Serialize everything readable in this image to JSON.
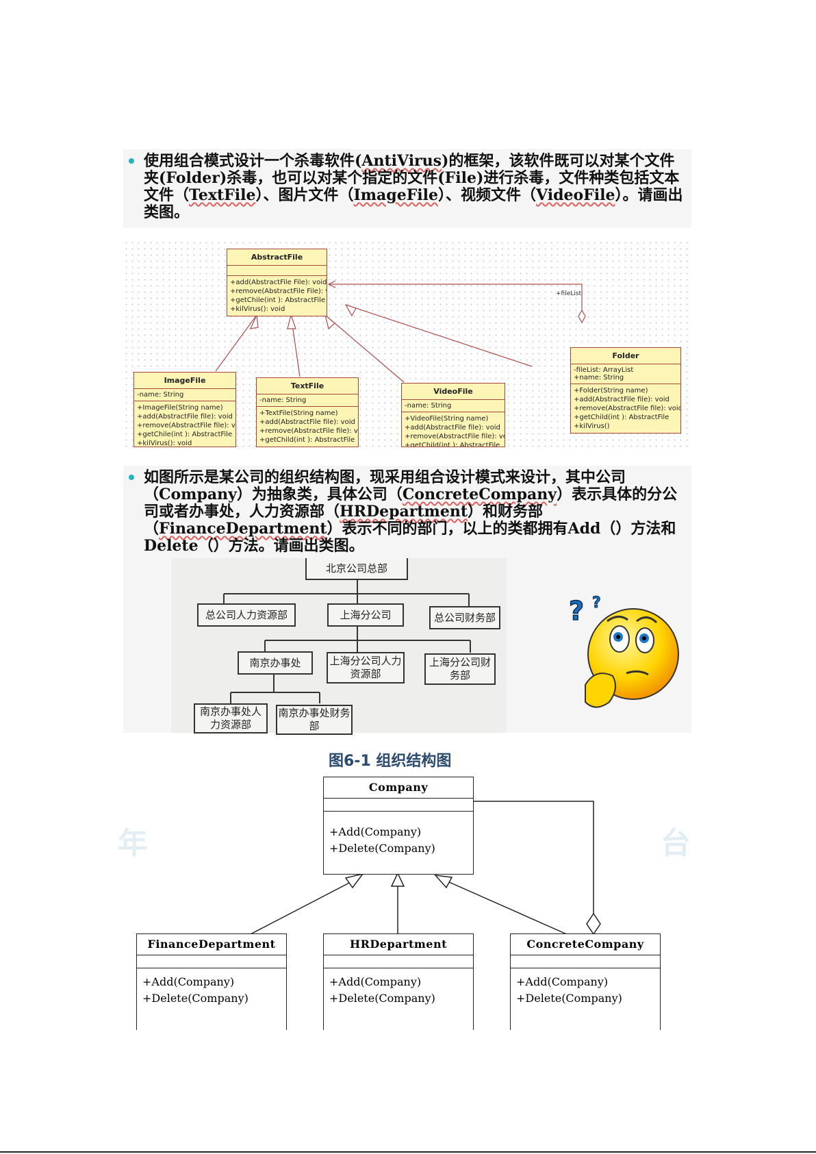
{
  "question1": {
    "pre": "使用组合模式设计一个杀毒软件(",
    "k1": "AntiVirus",
    "mid1": ")的框架，该软件既可以对某个文件夹(Folder)杀毒，也可以对某个指定的文件(File)进行杀毒，文件种类包括文本文件（",
    "k2": "TextFile",
    "mid2": "）、图片文件（",
    "k3": "ImageFile",
    "mid3": "）、视频文件（",
    "k4": "VideoFile",
    "post": "）。请画出类图。"
  },
  "uml1": {
    "abstract": {
      "name": "AbstractFile",
      "methods": [
        "+add(AbstractFile File): void",
        "+remove(AbstractFile File): void",
        "+getChile(int ): AbstractFile",
        "+kilVirus(): void"
      ]
    },
    "image": {
      "name": "ImageFile",
      "attrs": [
        "-name: String"
      ],
      "methods": [
        "+ImageFile(String name)",
        "+add(AbstractFile file): void",
        "+remove(AbstractFile file): void",
        "+getChile(int ): AbstractFile",
        "+kilVirus(): void"
      ]
    },
    "text": {
      "name": "TextFile",
      "attrs": [
        "-name: String"
      ],
      "methods": [
        "+TextFile(String name)",
        "+add(AbstractFile file): void",
        "+remove(AbstractFile file): void",
        "+getChild(int ): AbstractFile"
      ]
    },
    "video": {
      "name": "VideoFile",
      "attrs": [
        "-name: String"
      ],
      "methods": [
        "+VideoFile(String name)",
        "+add(AbstractFile file): void",
        "+remove(AbstractFile file): void",
        "+getChild(int ): AbstractFile"
      ]
    },
    "folder": {
      "name": "Folder",
      "attrs": [
        "-fileList: ArrayList",
        "+name: String"
      ],
      "methods": [
        "+Folder(String name)",
        "+add(AbstractFile file): void",
        "+remove(AbstractFile file): void",
        "+getChild(int ): AbstractFile",
        "+kilVirus()"
      ]
    },
    "role": "+fileList"
  },
  "question2": {
    "pre": "如图所示是某公司的组织结构图，现采用组合设计模式来设计，其中公司（Company）为抽象类，具体公司（",
    "k1": "ConcreteCompany",
    "mid1": "）表示具体的分公司或者办事处，人力资源部（",
    "k2": "HRDepartment",
    "mid2": "）和财务部（",
    "k3": "FinanceDepartment",
    "post": "）表示不同的部门，以上的类都拥有Add（）方法和Delete（）方法。请画出类图。"
  },
  "org": {
    "root": "北京公司总部",
    "hr": "总公司人力资源部",
    "sh": "上海分公司",
    "fin": "总公司财务部",
    "nj": "南京办事处",
    "shhr": "上海分公司人力资源部",
    "shfin": "上海分公司财务部",
    "njhr": "南京办事处人力资源部",
    "njfin": "南京办事处财务部"
  },
  "figure_title": "图6-1  组织结构图",
  "uml2": {
    "company": {
      "name": "Company",
      "methods": [
        "+Add(Company)",
        "+Delete(Company)"
      ]
    },
    "finance": {
      "name": "FinanceDepartment",
      "methods": [
        "+Add(Company)",
        "+Delete(Company)"
      ]
    },
    "hr": {
      "name": "HRDepartment",
      "methods": [
        "+Add(Company)",
        "+Delete(Company)"
      ]
    },
    "concrete": {
      "name": "ConcreteCompany",
      "methods": [
        "+Add(Company)",
        "+Delete(Company)"
      ]
    }
  }
}
